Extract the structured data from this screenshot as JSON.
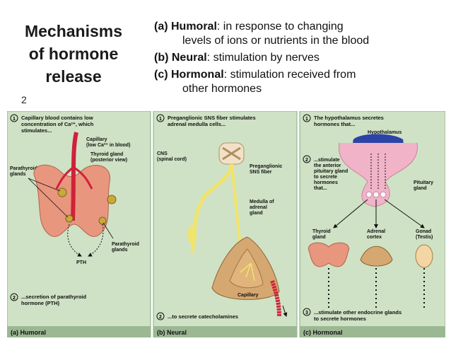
{
  "title_lines": [
    "Mechanisms",
    "of hormone",
    "release"
  ],
  "slide_number": "2",
  "definitions": [
    {
      "label": "(a) Humoral",
      "line1": ": in response to changing",
      "line2": "levels of ions or nutrients in the blood"
    },
    {
      "label": "(b) Neural",
      "line1": ": stimulation by nerves",
      "line2": ""
    },
    {
      "label": "(c) Hormonal",
      "line1": ": stimulation received from",
      "line2": "other hormones"
    }
  ],
  "panel_a": {
    "step1_lines": [
      "Capillary blood contains low",
      "concentration of Ca²⁺, which",
      "stimulates..."
    ],
    "capillary_lines": [
      "Capillary",
      "(low Ca²⁺ in blood)"
    ],
    "thyroid_lines": [
      "Thyroid gland",
      "(posterior view)"
    ],
    "parathyroid_lines": [
      "Parathyroid",
      "glands"
    ],
    "parathyroid2_lines": [
      "Parathyroid",
      "glands"
    ],
    "pth": "PTH",
    "step2_lines": [
      "...secretion of parathyroid",
      "hormone (PTH)"
    ],
    "caption": "(a) Humoral"
  },
  "panel_b": {
    "step1_lines": [
      "Preganglionic SNS fiber stimulates",
      "adrenal medulla cells..."
    ],
    "cns_lines": [
      "CNS",
      "(spinal cord)"
    ],
    "pre_lines": [
      "Preganglionic",
      "SNS fiber"
    ],
    "medulla_lines": [
      "Medulla of",
      "adrenal",
      "gland"
    ],
    "capillary": "Capillary",
    "step2": "...to secrete catecholamines",
    "caption": "(b) Neural"
  },
  "panel_c": {
    "step1_lines": [
      "The hypothalamus secretes",
      "hormones that..."
    ],
    "hypothalamus": "Hypothalamus",
    "step2_lines": [
      "...stimulate",
      "the anterior",
      "pituitary gland",
      "to secrete",
      "hormones",
      "that..."
    ],
    "pituitary_lines": [
      "Pituitary",
      "gland"
    ],
    "thyroid_lines": [
      "Thyroid",
      "gland"
    ],
    "adrenal_lines": [
      "Adrenal",
      "cortex"
    ],
    "gonad_lines": [
      "Gonad",
      "(Testis)"
    ],
    "step3_lines": [
      "...stimulate other endocrine glands",
      "to secrete hormones"
    ],
    "caption": "(c) Hormonal"
  },
  "colors": {
    "panel_bg": "#cfe2c5",
    "panel_border": "#8aa982",
    "caption_bg": "#9bb893",
    "tissue": "#e8967e",
    "gland": "#c9a93a",
    "nerve": "#f2e46b",
    "blood": "#d0213a",
    "hypothalamus": "#2d43a8"
  }
}
